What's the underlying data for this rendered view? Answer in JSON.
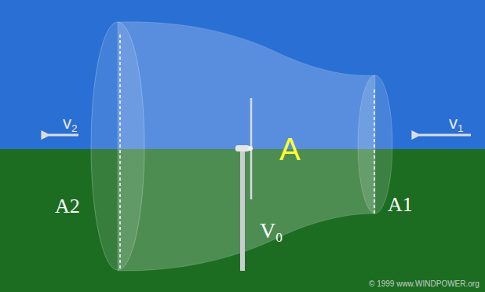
{
  "diagram": {
    "labels": [
      "v2",
      "v1",
      "A",
      "A2",
      "A1",
      "V0",
      "© 1999 www.WINDPOWER.org"
    ]
  }
}
